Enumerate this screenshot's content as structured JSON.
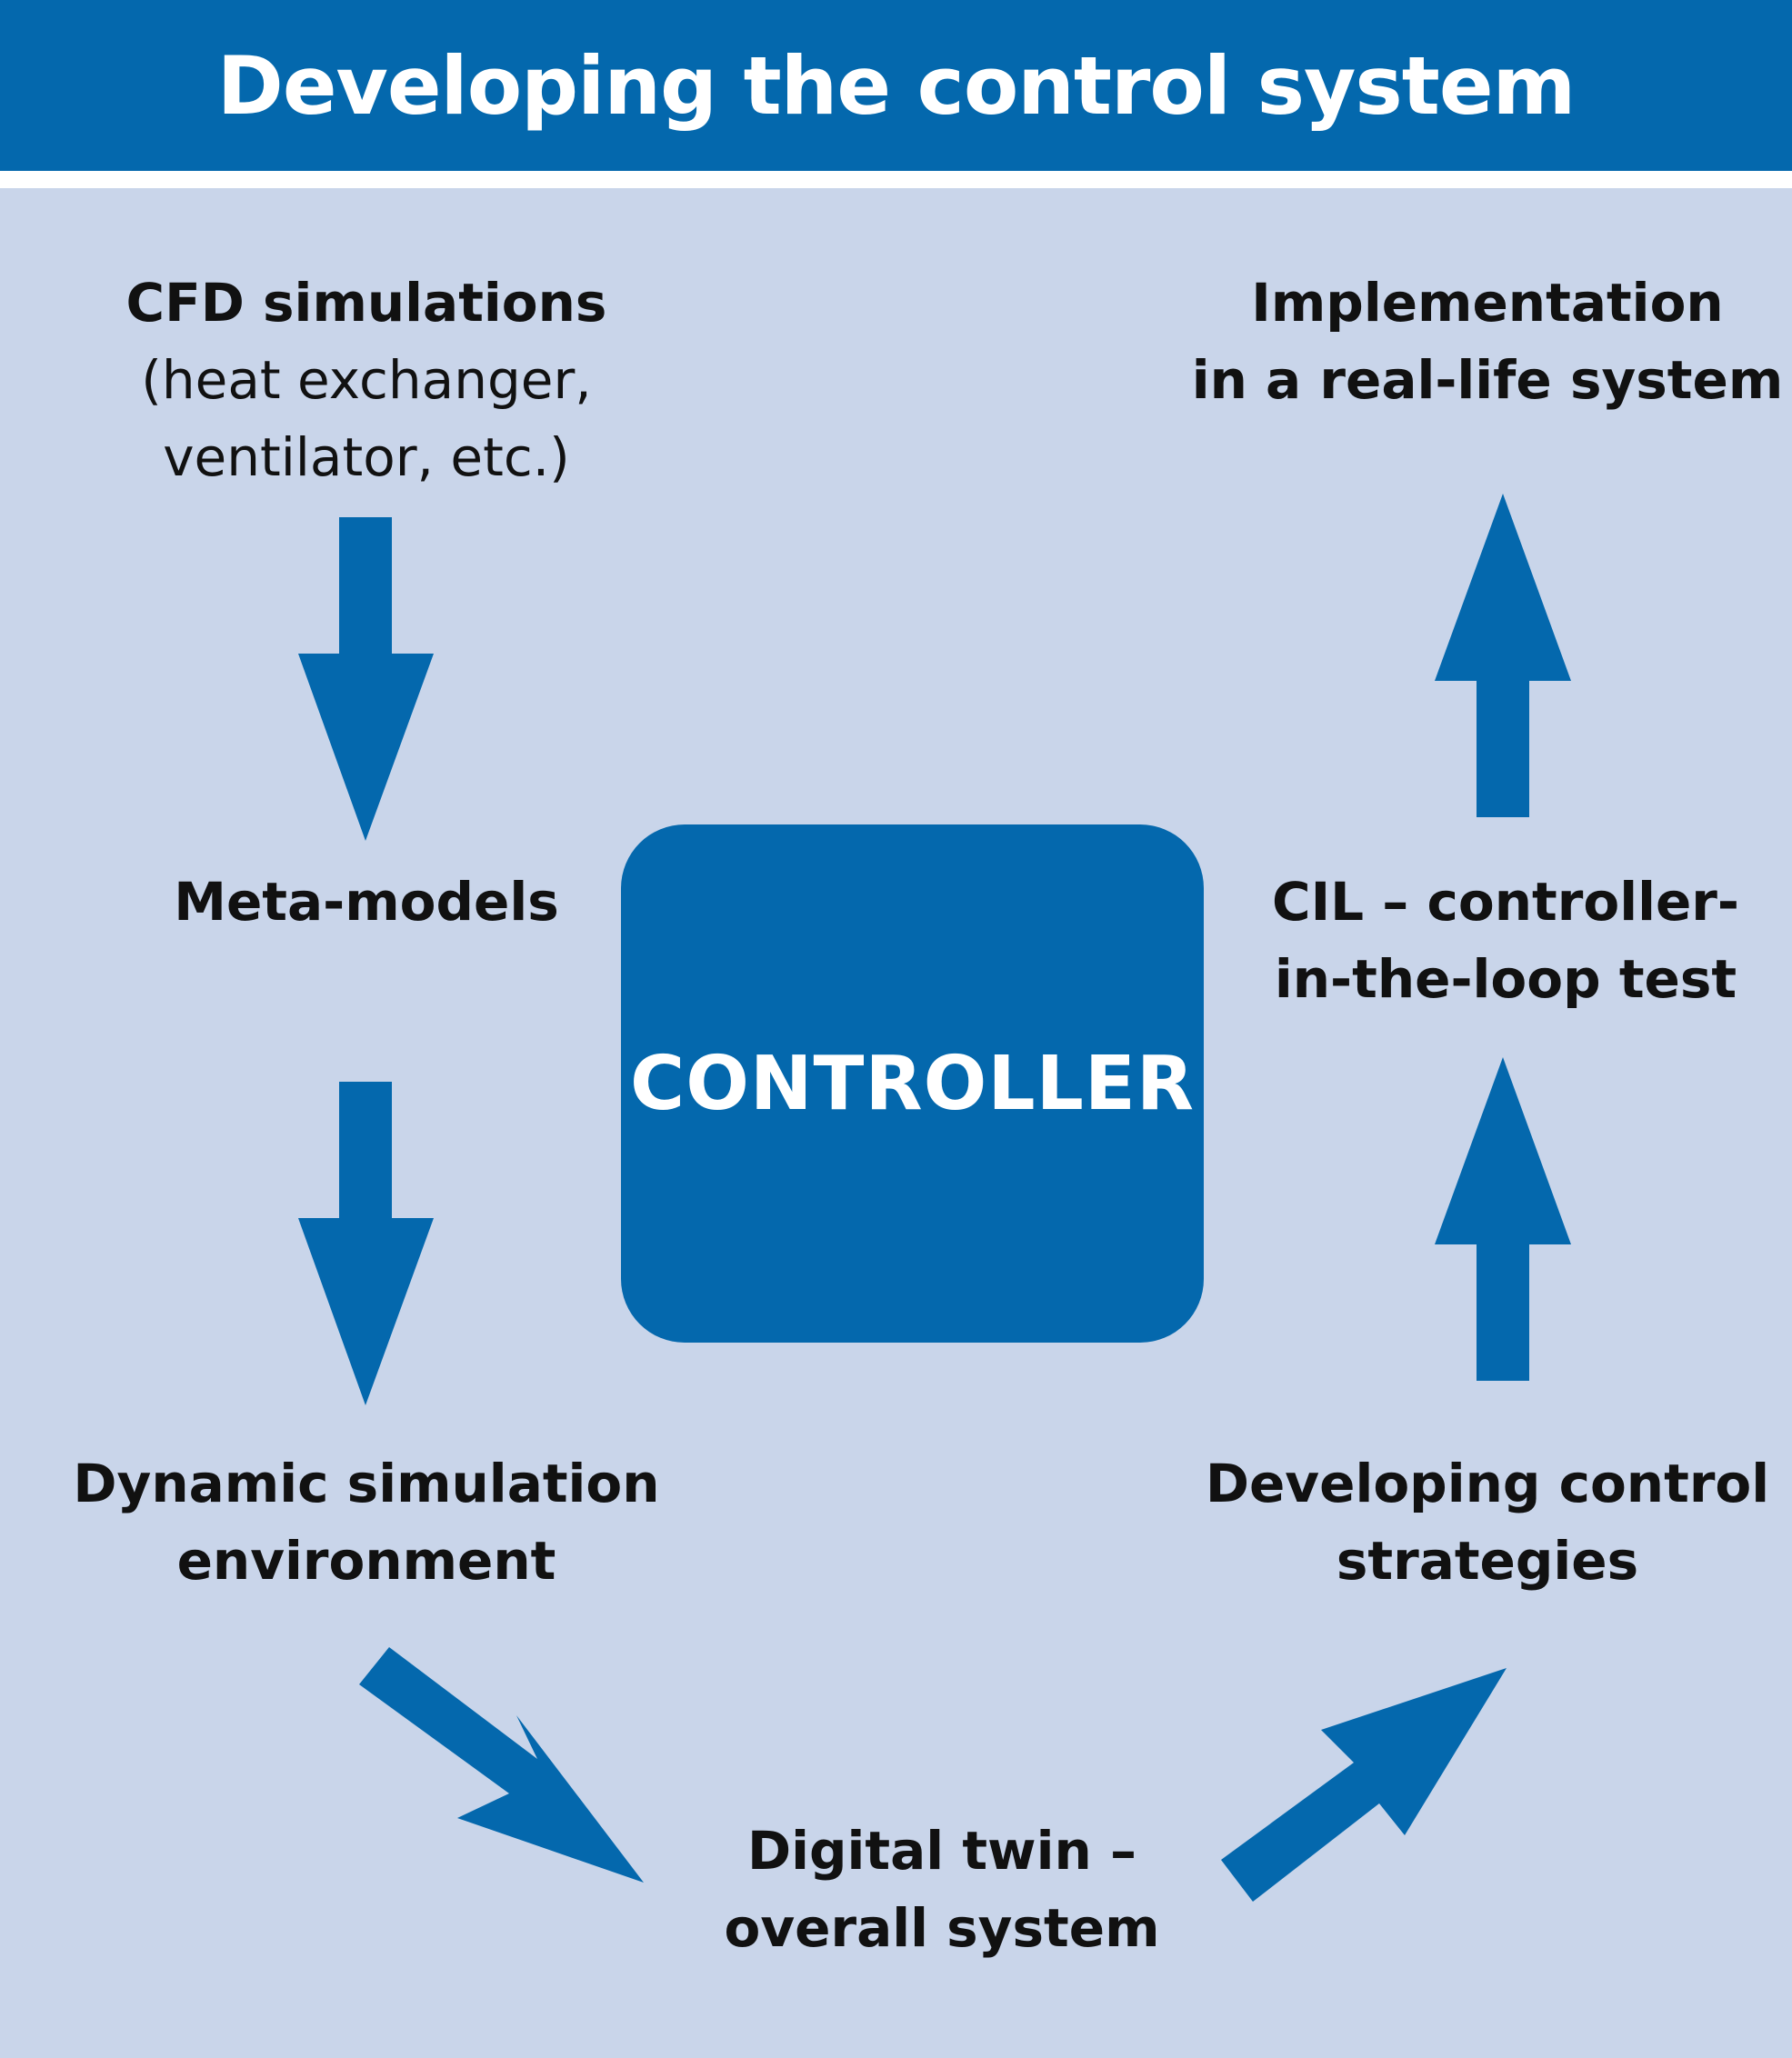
{
  "title": "Developing the control system",
  "center": {
    "label": "CONTROLLER"
  },
  "nodes": {
    "cfd": {
      "title": "CFD simulations",
      "detail_line1": "(heat exchanger,",
      "detail_line2": "ventilator, etc.)"
    },
    "meta_models": {
      "line1": "Meta-models"
    },
    "dynamic_sim": {
      "line1": "Dynamic simulation",
      "line2": "environment"
    },
    "digital_twin": {
      "line1": "Digital twin –",
      "line2": "overall system"
    },
    "control_strategies": {
      "line1": "Developing control",
      "line2": "strategies"
    },
    "cil": {
      "line1": "CIL – controller-",
      "line2": "in-the-loop test"
    },
    "implementation": {
      "line1": "Implementation",
      "line2": "in a real-life system"
    }
  },
  "colors": {
    "accent": "#0468ad",
    "panel_background": "#c9d5ea",
    "title_text": "#ffffff",
    "label_text": "#111111"
  },
  "edges": [
    {
      "from": "cfd",
      "to": "meta_models"
    },
    {
      "from": "meta_models",
      "to": "dynamic_sim"
    },
    {
      "from": "dynamic_sim",
      "to": "digital_twin"
    },
    {
      "from": "digital_twin",
      "to": "control_strategies"
    },
    {
      "from": "control_strategies",
      "to": "cil"
    },
    {
      "from": "cil",
      "to": "implementation"
    }
  ]
}
